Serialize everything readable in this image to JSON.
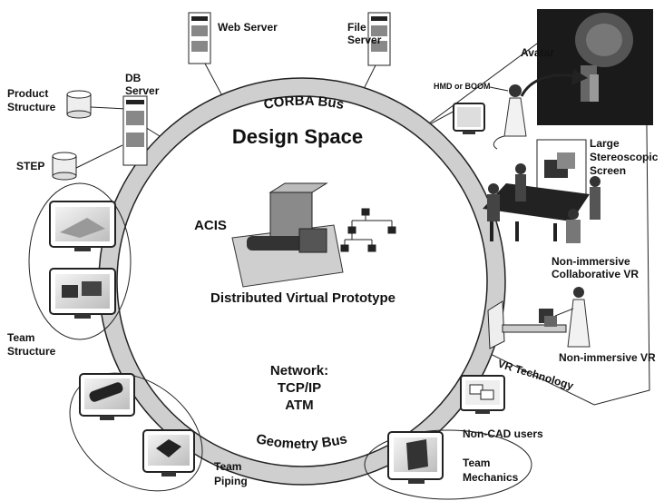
{
  "diagram": {
    "ring": {
      "title": "Design Space",
      "top_bus": "CORBA  Bus",
      "bottom_bus": "Geometry  Bus"
    },
    "center": {
      "acis": "ACIS",
      "prototype": "Distributed Virtual Prototype",
      "network": [
        "Network:",
        "TCP/IP",
        "ATM"
      ]
    },
    "servers": {
      "web": "Web Server",
      "file": [
        "File",
        "Server"
      ],
      "db": [
        "DB",
        "Server"
      ]
    },
    "databases": {
      "product": [
        "Product",
        "Structure"
      ],
      "step": "STEP"
    },
    "teams": {
      "structure": [
        "Team",
        "Structure"
      ],
      "piping": [
        "Team",
        "Piping"
      ],
      "mechanics": [
        "Team",
        "Mechanics"
      ]
    },
    "users": {
      "noncad": "Non-CAD users"
    },
    "vr": {
      "avatar": "Avatar",
      "hmd": "HMD or BOOM",
      "large_screen": [
        "Large",
        "Stereoscopic",
        "Screen"
      ],
      "collab": [
        "Non-immersive",
        "Collaborative VR"
      ],
      "nonimmersive": "Non-immersive VR",
      "technology": "VR Technology"
    }
  }
}
